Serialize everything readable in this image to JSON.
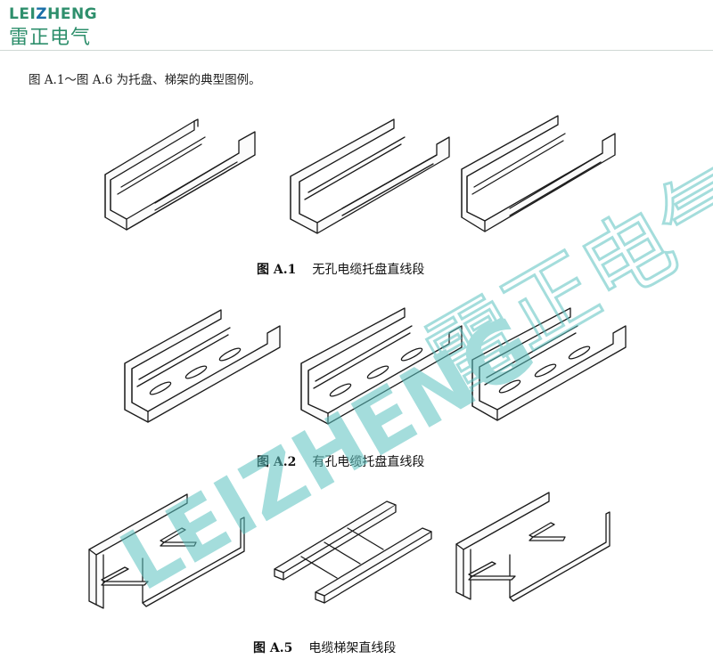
{
  "logo": {
    "latin": "LEIZHENG",
    "latin_parts": [
      "LEI",
      "Z",
      "HENG"
    ],
    "cjk": "雷正电气"
  },
  "intro_text": "图 A.1～图 A.6 为托盘、梯架的典型图例。",
  "figures": [
    {
      "number": "图 A.1",
      "title": "无孔电缆托盘直线段"
    },
    {
      "number": "图 A.2",
      "title": "有孔电缆托盘直线段"
    },
    {
      "number": "图 A.5",
      "title": "电缆梯架直线段"
    }
  ],
  "watermark": {
    "latin": "LEIZHENG",
    "cjk": "雷正电气",
    "color": "#5bc2c0"
  },
  "colors": {
    "brand_green": "#2e8f6c",
    "brand_blue": "#1a6fa8",
    "line": "#1a1a1a"
  }
}
